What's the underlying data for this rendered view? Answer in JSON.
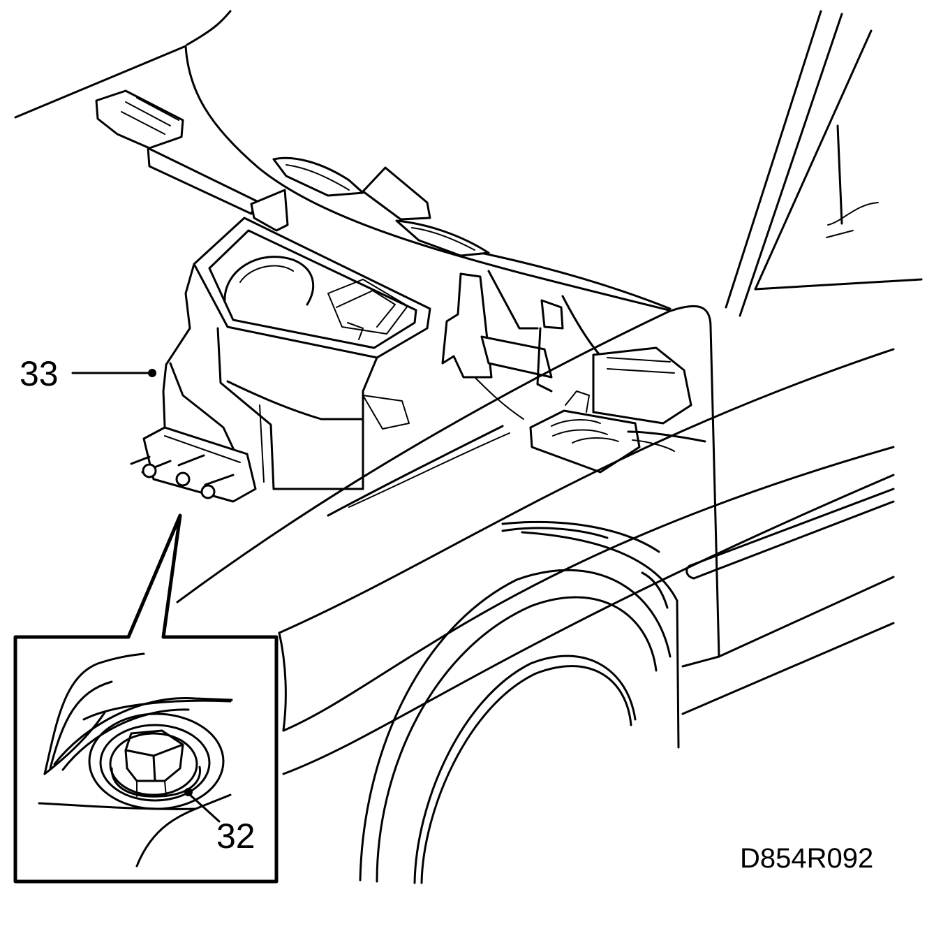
{
  "diagram": {
    "callouts": [
      {
        "id": "33",
        "label": "33"
      },
      {
        "id": "32",
        "label": "32"
      }
    ],
    "drawing_code": "D854R092"
  },
  "colors": {
    "ink": "#000000",
    "paper": "#ffffff"
  }
}
